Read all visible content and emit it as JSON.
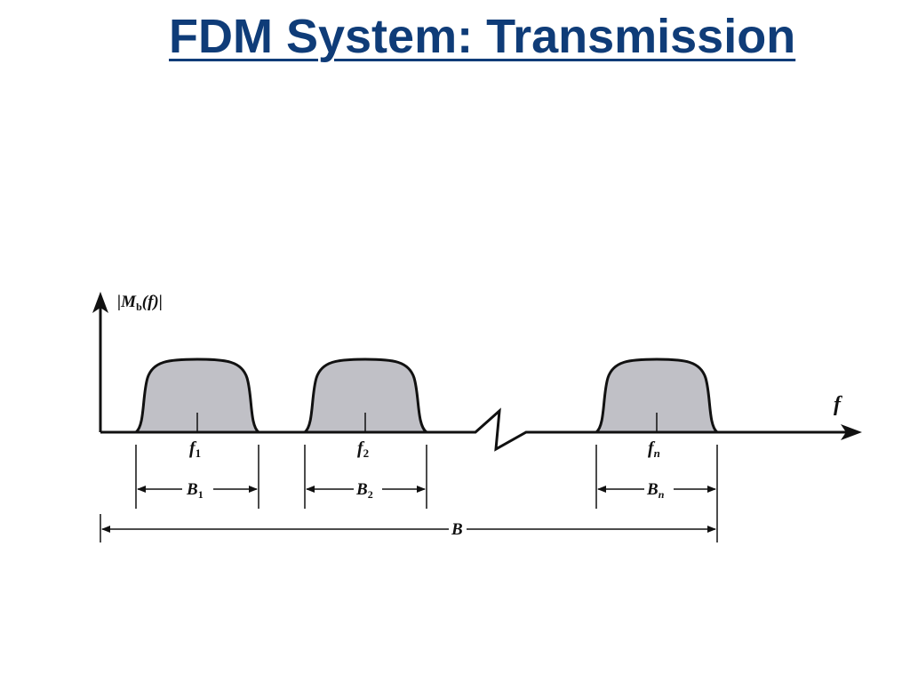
{
  "title": "FDM System: Transmission",
  "diagram": {
    "y_axis": {
      "label_main": "|M",
      "label_sub": "b",
      "label_rest": "(f)|"
    },
    "x_axis": {
      "label": "f"
    },
    "bands": [
      {
        "center_main": "f",
        "center_sub": "1",
        "bw_main": "B",
        "bw_sub": "1"
      },
      {
        "center_main": "f",
        "center_sub": "2",
        "bw_main": "B",
        "bw_sub": "2"
      },
      {
        "center_main": "f",
        "center_sub": "n",
        "bw_main": "B",
        "bw_sub": "n"
      }
    ],
    "total_bandwidth": "B"
  },
  "colors": {
    "title": "#0f3c78",
    "band_fill": "#c0c0c6",
    "line": "#111111"
  }
}
